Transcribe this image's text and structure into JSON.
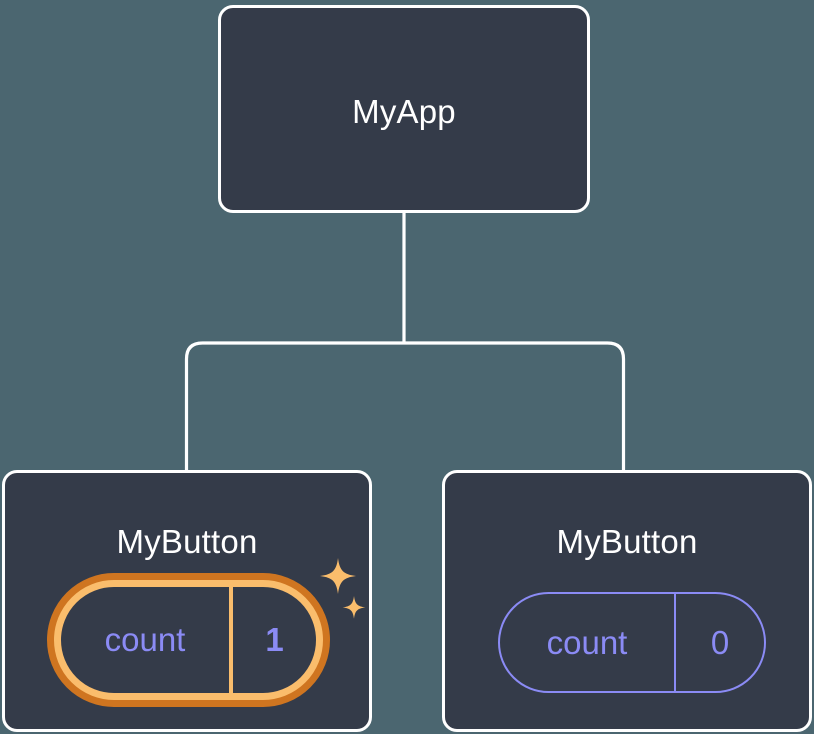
{
  "diagram": {
    "type": "component-tree",
    "background_color": "#4b6670",
    "node_fill_color": "#343b49",
    "node_border_color": "#ffffff",
    "connector_color": "#ffffff",
    "accent_highlight_outer": "#cf7520",
    "accent_highlight_inner": "#fabd6c",
    "state_text_color": "#8b8bf5",
    "sparkle_color": "#fabd6c"
  },
  "root": {
    "title": "MyApp"
  },
  "children": [
    {
      "title": "MyButton",
      "state": {
        "key": "count",
        "value": "1",
        "highlighted": true
      }
    },
    {
      "title": "MyButton",
      "state": {
        "key": "count",
        "value": "0",
        "highlighted": false
      }
    }
  ]
}
